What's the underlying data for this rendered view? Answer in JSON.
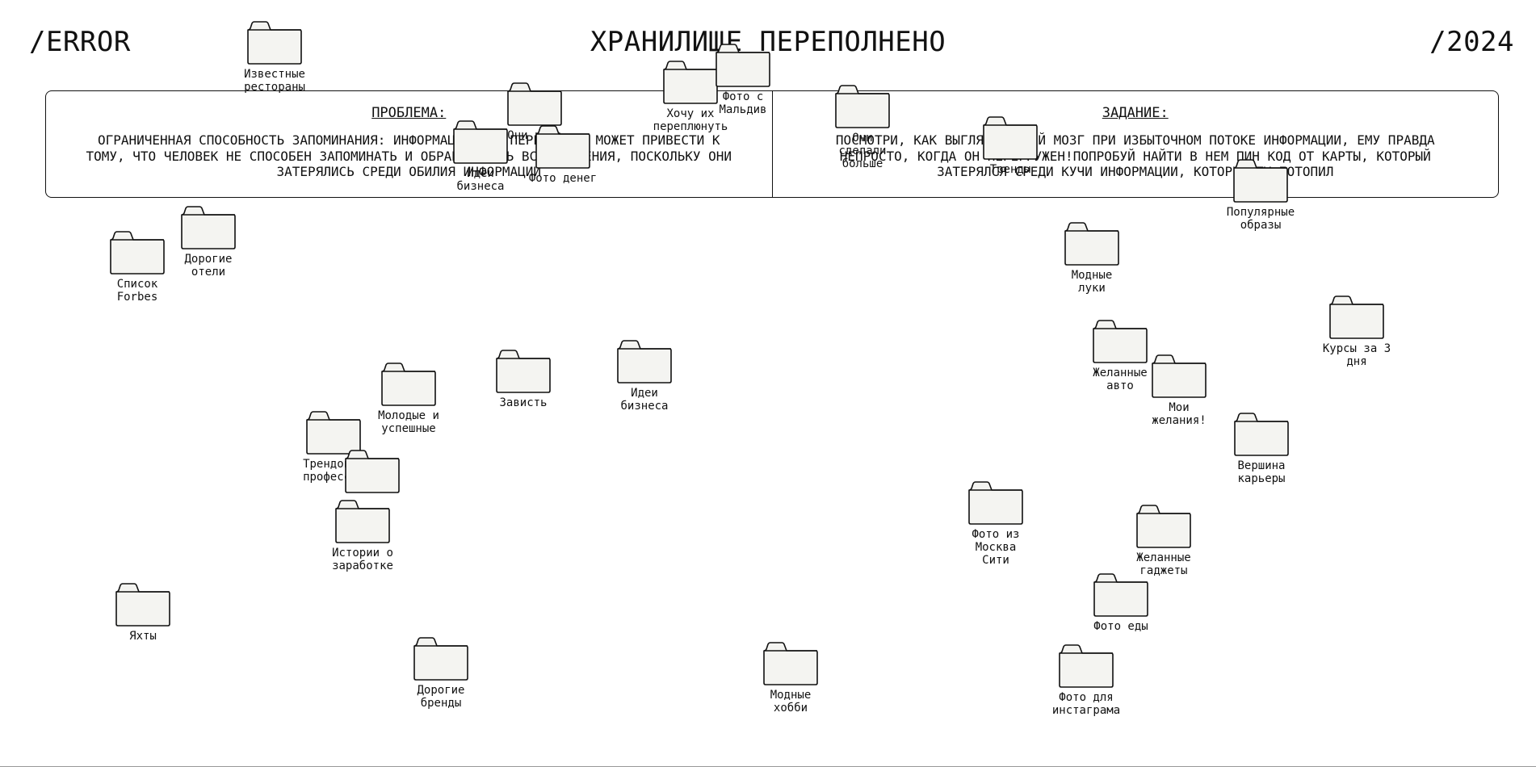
{
  "header": {
    "left": "/ERROR",
    "title": "ХРАНИЛИЩЕ ПЕРЕПОЛНЕНО",
    "right": "/2024"
  },
  "panel": {
    "problem_heading": "ПРОБЛЕМА:",
    "problem_text": "ОГРАНИЧЕННАЯ СПОСОБНОСТЬ ЗАПОМИНАНИЯ: ИНФОРМАЦИОННАЯ ПЕРЕГРУЗКА МОЖЕТ ПРИВЕСТИ К ТОМУ, ЧТО ЧЕЛОВЕК НЕ СПОСОБЕН ЗАПОМИНАТЬ И ОБРАБАТЫВАТЬ ВСЕ СВЕДЕНИЯ, ПОСКОЛЬКУ ОНИ ЗАТЕРЯЛИСЬ СРЕДИ ОБИЛИЯ ИНФОРМАЦИИ",
    "task_heading": "ЗАДАНИЕ:",
    "task_text": "ПОСМОТРИ, КАК ВЫГЛЯДИТ ТВОЙ МОЗГ ПРИ ИЗБЫТОЧНОМ ПОТОКЕ ИНФОРМАЦИИ, ЕМУ ПРАВДА НЕПРОСТО, КОГДА ОН ПЕРЕГРУЖЕН!ПОПРОБУЙ НАЙТИ В НЕМ ПИН КОД ОТ КАРТЫ, КОТОРЫЙ ЗАТЕРЯЛСЯ СРЕДИ КУЧИ ИНФОРМАЦИИ, КОТОРУЮ ТЫ ПОТОПИЛ"
  },
  "style": {
    "folder_fill": "#f4f4f1",
    "folder_stroke": "#111111"
  },
  "folders": [
    {
      "label": "Известные\nрестораны"
    },
    {
      "label": "Хочу их\nпереплюнуть"
    },
    {
      "label": "Фото с\nМальдив"
    },
    {
      "label": "Они\nсделали\nбольше"
    },
    {
      "label": "Идеи\nбизнеса"
    },
    {
      "label": "Они руче"
    },
    {
      "label": "Фото денег"
    },
    {
      "label": "Тренды"
    },
    {
      "label": "Популярные\nобразы"
    },
    {
      "label": "Дорогие\nотели"
    },
    {
      "label": "Список\nForbes"
    },
    {
      "label": "Модные\nлуки"
    },
    {
      "label": "Курсы за 3\nдня"
    },
    {
      "label": "Молодые и\nуспешные"
    },
    {
      "label": "Зависть"
    },
    {
      "label": "Идеи\nбизнеса"
    },
    {
      "label": "Желанные\nавто"
    },
    {
      "label": "Мои\nжелания!"
    },
    {
      "label": "Трендовые\nпрофессии"
    },
    {
      "label": ""
    },
    {
      "label": "Вершина\nкарьеры"
    },
    {
      "label": "Истории о\nзаработке"
    },
    {
      "label": "Фото из\nМосква\nСити"
    },
    {
      "label": "Желанные\nгаджеты"
    },
    {
      "label": "Яхты"
    },
    {
      "label": "Фото еды"
    },
    {
      "label": "Дорогие\nбренды"
    },
    {
      "label": "Модные\nхобби"
    },
    {
      "label": "Фото для\nинстаграма"
    }
  ]
}
